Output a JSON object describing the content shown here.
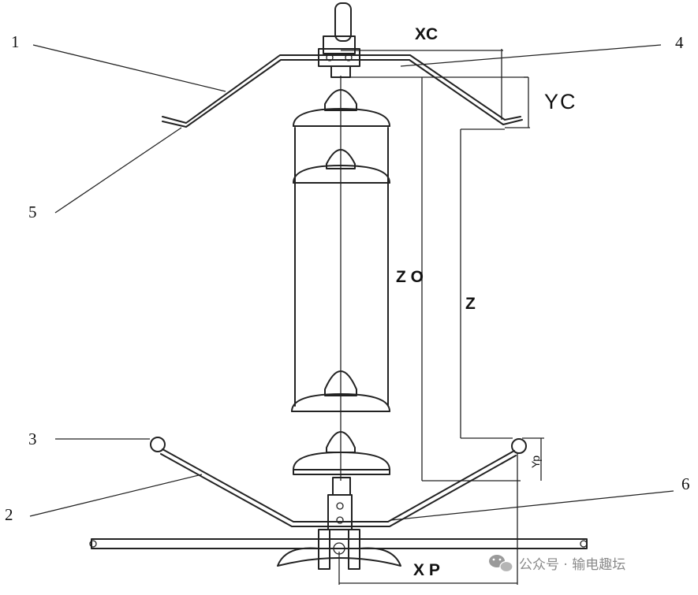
{
  "callouts": {
    "c1": "1",
    "c2": "2",
    "c3": "3",
    "c4": "4",
    "c5": "5",
    "c6": "6"
  },
  "dimensions": {
    "xc": "XC",
    "yc": "YC",
    "z0": "Z O",
    "z": "Z",
    "xp": "X P",
    "yp": "Yp"
  },
  "watermark": {
    "text": "公众号 · 输电趣坛",
    "icon": "wechat-icon"
  },
  "colors": {
    "line": "#222222",
    "watermark": "#8a8a8a"
  }
}
